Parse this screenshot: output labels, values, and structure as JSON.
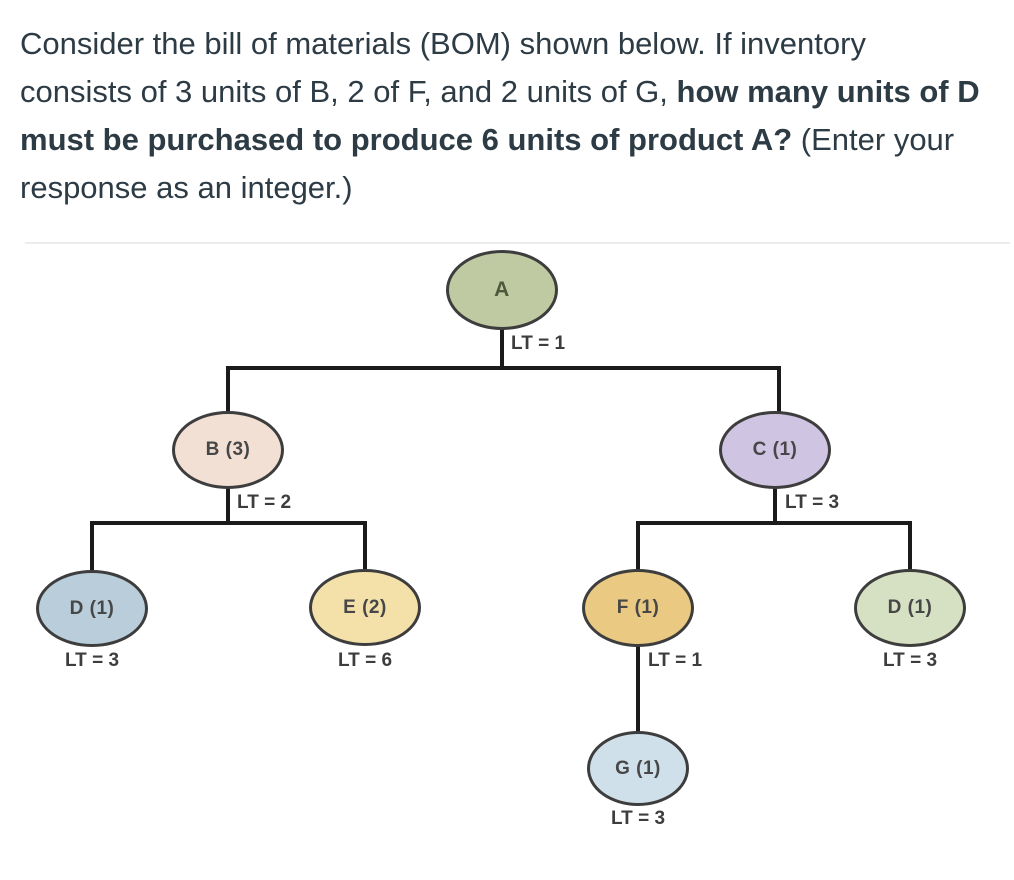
{
  "question": {
    "text_color": "#2d3b45",
    "lines": [
      {
        "pre": "Consider the bill of materials (BOM) shown below. If inventory",
        "bold": "",
        "post": ""
      },
      {
        "pre": "consists of 3 units of B, 2 of F, and 2 units of G, ",
        "bold": "how many units of D",
        "post": ""
      },
      {
        "pre": "",
        "bold": "must be purchased to produce 6 units of product A?",
        "post": " (Enter your"
      },
      {
        "pre": "response as an integer.)",
        "bold": "",
        "post": ""
      }
    ]
  },
  "diagram": {
    "line_color": "#1b1b1b",
    "node_border_color": "#3d3d3d",
    "node_text_color": "#474747",
    "lt_text_color": "#3d3d3d",
    "nodes": [
      {
        "id": "A",
        "label": "A",
        "lt": "LT = 1",
        "fill": "#bfcaa3"
      },
      {
        "id": "B",
        "label": "B (3)",
        "lt": "LT = 2",
        "fill": "#f2e0d5"
      },
      {
        "id": "C",
        "label": "C (1)",
        "lt": "LT = 3",
        "fill": "#cfc5e2"
      },
      {
        "id": "D1",
        "label": "D (1)",
        "lt": "LT = 3",
        "fill": "#b9cdda"
      },
      {
        "id": "E",
        "label": "E (2)",
        "lt": "LT = 6",
        "fill": "#f4e1aa"
      },
      {
        "id": "F",
        "label": "F (1)",
        "lt": "LT = 1",
        "fill": "#eaca83"
      },
      {
        "id": "D2",
        "label": "D (1)",
        "lt": "LT = 3",
        "fill": "#d6e0c3"
      },
      {
        "id": "G",
        "label": "G (1)",
        "lt": "LT = 3",
        "fill": "#d0e0ea"
      }
    ]
  }
}
